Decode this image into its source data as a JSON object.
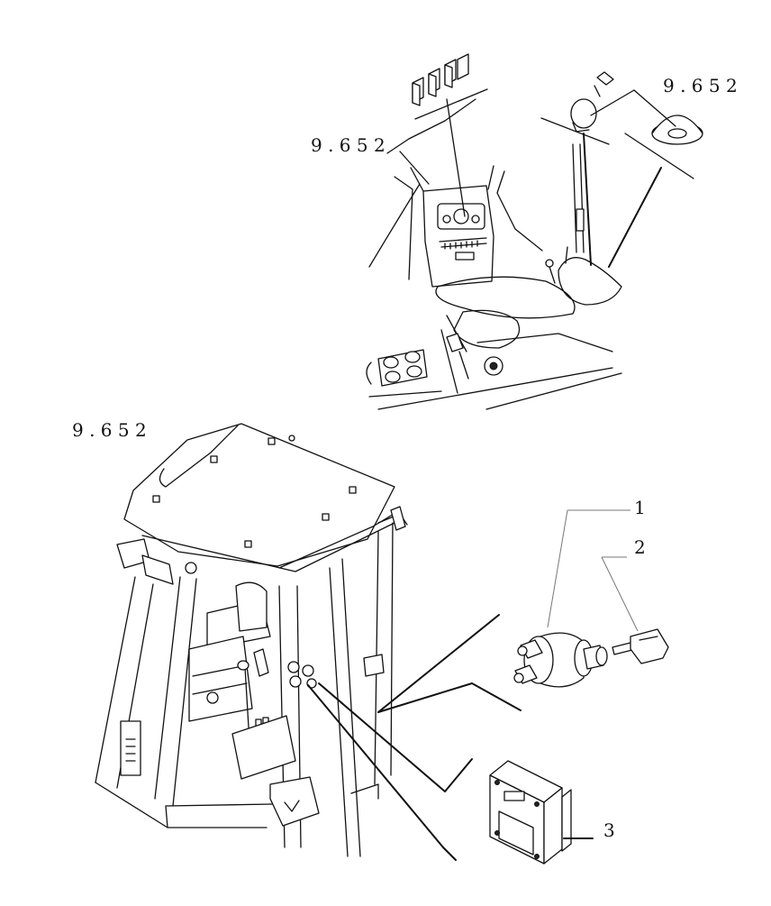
{
  "references": {
    "ref_keypad_switches": "9 . 6 5 2",
    "ref_key_switch": "9 . 6 5 2",
    "ref_cab_roof": "9 . 6 5 2"
  },
  "callouts": {
    "item_1": "1",
    "item_2": "2",
    "item_3": "3"
  }
}
